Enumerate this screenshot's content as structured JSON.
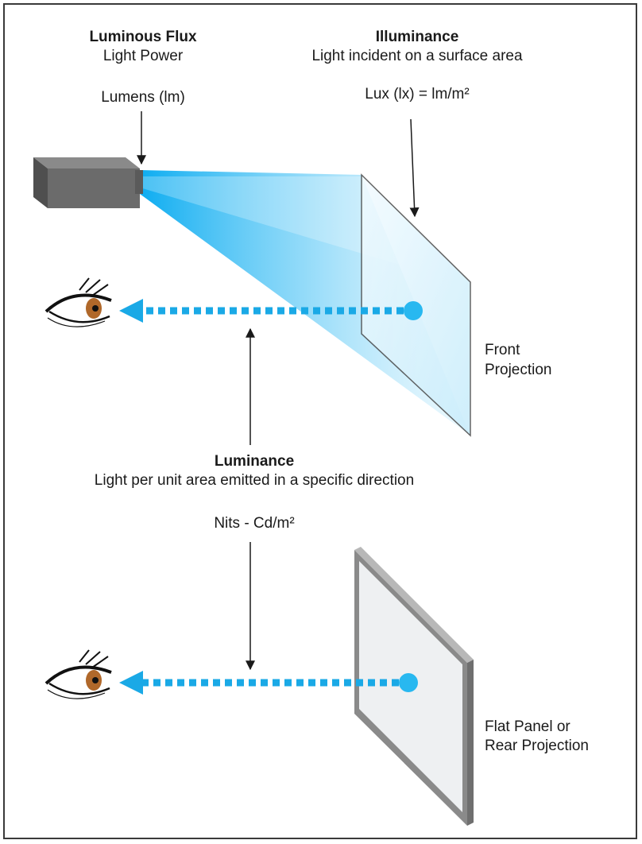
{
  "luminous_flux": {
    "title": "Luminous Flux",
    "subtitle": "Light Power",
    "unit": "Lumens (lm)"
  },
  "illuminance": {
    "title": "Illuminance",
    "subtitle": "Light incident on a surface area",
    "unit": "Lux (lx) = lm/m²"
  },
  "luminance": {
    "title": "Luminance",
    "subtitle": "Light per unit area emitted in a specific direction",
    "unit": "Nits - Cd/m²"
  },
  "front_projection": {
    "line1": "Front",
    "line2": "Projection"
  },
  "flat_panel": {
    "line1": "Flat Panel or",
    "line2": "Rear Projection"
  },
  "colors": {
    "beam": "#12b5f0",
    "dash": "#1aa9e6",
    "projector": "#6b6b6b",
    "panel_border": "#8a8a8a",
    "panel_fill": "#eef0f2"
  }
}
